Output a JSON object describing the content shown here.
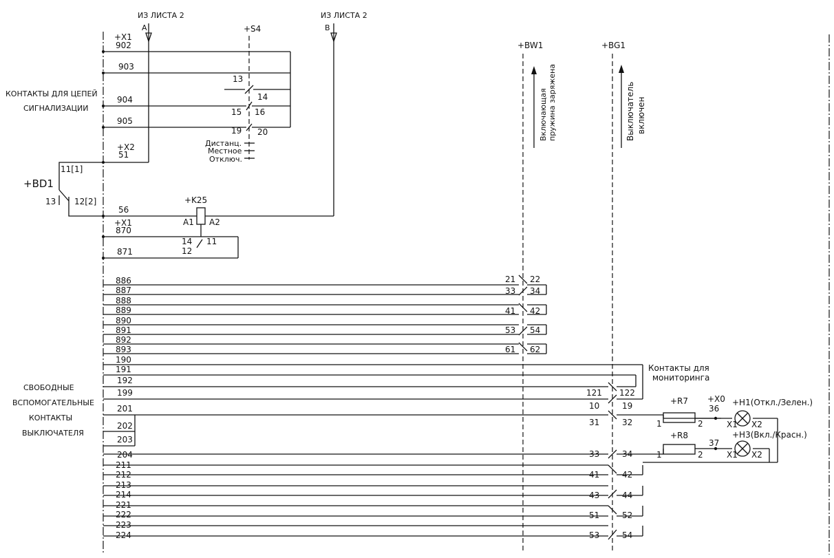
{
  "headers": {
    "from_sheet_a": "ИЗ ЛИСТА 2",
    "from_sheet_b": "ИЗ ЛИСТА 2",
    "arrow_a": "A",
    "arrow_b": "B",
    "s4": "+S4",
    "bw1": "+BW1",
    "bg1": "+BG1"
  },
  "terminal_labels": {
    "x1_top": "+X1",
    "x2": "+X2",
    "x1_mid": "+X1",
    "x0": "+X0"
  },
  "side_labels": {
    "signal_1": "КОНТАКТЫ ДЛЯ ЦЕПЕЙ",
    "signal_2": "СИГНАЛИЗАЦИИ",
    "free_1": "СВОБОДНЫЕ",
    "free_2": "ВСПОМОГАТЕЛЬНЫЕ",
    "free_3": "КОНТАКТЫ",
    "free_4": "ВЫКЛЮЧАТЕЛЯ"
  },
  "vertical_labels": {
    "bw1_line1": "Включающая",
    "bw1_line2": "пружина заряжена",
    "bg1_line1": "Выключатель",
    "bg1_line2": "включен"
  },
  "signal_block": {
    "wires": [
      "902",
      "903",
      "904",
      "905",
      "51"
    ],
    "s4_contacts": [
      "13",
      "14",
      "15",
      "16",
      "19",
      "20"
    ],
    "modes": [
      "Дистанц.",
      "Местное",
      "Отключ."
    ]
  },
  "bd1": {
    "name": "+BD1",
    "pins": [
      "11[1]",
      "12[2]",
      "13"
    ]
  },
  "k25_block": {
    "name": "+K25",
    "coil_pins": [
      "A1",
      "A2"
    ],
    "wires": [
      "56",
      "870",
      "871"
    ],
    "contacts": [
      "14",
      "11",
      "12"
    ]
  },
  "bw1_block": {
    "wires": [
      "886",
      "887",
      "888",
      "889",
      "890",
      "891",
      "892",
      "893"
    ],
    "contacts": [
      [
        "21",
        "22"
      ],
      [
        "33",
        "34"
      ],
      [
        "41",
        "42"
      ],
      [
        "53",
        "54"
      ],
      [
        "61",
        "62"
      ]
    ]
  },
  "monitoring": {
    "label_1": "Контакты для",
    "label_2": "мониторинга",
    "wires": [
      "190",
      "191",
      "192",
      "199"
    ],
    "contact": [
      "121",
      "122"
    ]
  },
  "bg1_block": {
    "wires": [
      "201",
      "202",
      "203",
      "204",
      "211",
      "212",
      "213",
      "214",
      "221",
      "222",
      "223",
      "224"
    ],
    "contacts": [
      [
        "10",
        "19"
      ],
      [
        "31",
        "32"
      ],
      [
        "33",
        "34"
      ],
      [
        "41",
        "42"
      ],
      [
        "43",
        "44"
      ],
      [
        "51",
        "52"
      ],
      [
        "53",
        "54"
      ]
    ]
  },
  "lamps": {
    "r7": "+R7",
    "r8": "+R8",
    "r_pins": [
      "1",
      "2"
    ],
    "term_36": "36",
    "term_37": "37",
    "h1": "+H1(Откл./Зелен.)",
    "h3": "+H3(Вкл./Красн.)",
    "lamp_pins": [
      "X1",
      "X2"
    ]
  }
}
